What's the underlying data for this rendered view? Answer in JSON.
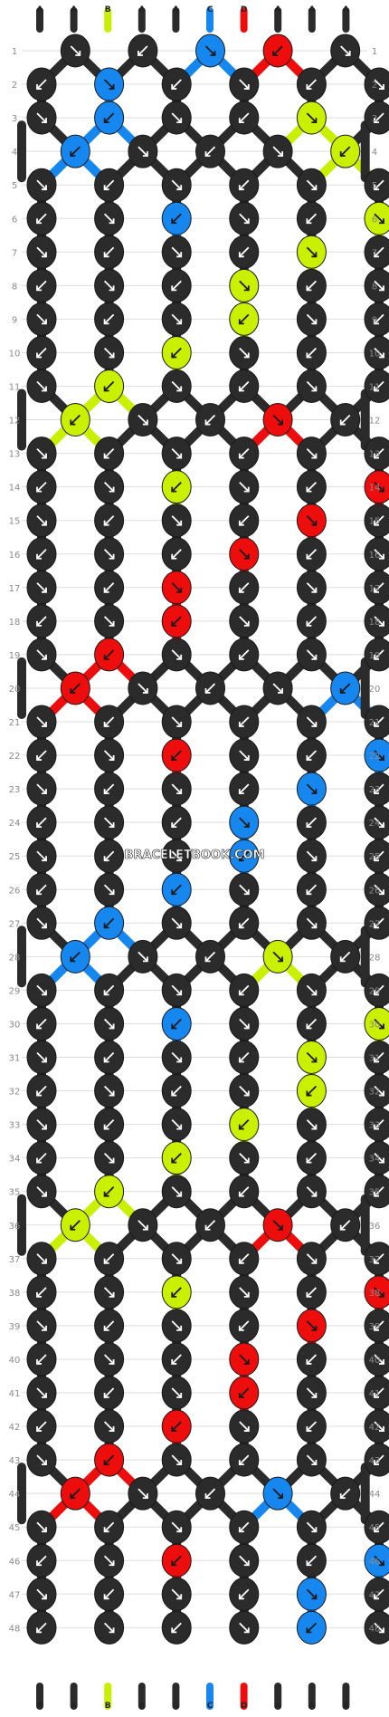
{
  "watermark": "BRACELETBOOK.COM",
  "strings": {
    "top": [
      "A",
      "A",
      "B",
      "A",
      "A",
      "C",
      "D",
      "A",
      "A",
      "A"
    ],
    "bottom": [
      "A",
      "A",
      "B",
      "A",
      "A",
      "C",
      "D",
      "A",
      "A",
      "A"
    ]
  },
  "colors": {
    "A": "#2b2b2b",
    "B": "#c8f000",
    "C": "#1787f0",
    "D": "#ee0d0d"
  },
  "row_labels": [
    "1",
    "2",
    "3",
    "4",
    "5",
    "6",
    "7",
    "8",
    "9",
    "10",
    "11",
    "12",
    "13",
    "14",
    "15",
    "16",
    "17",
    "18",
    "19",
    "20",
    "21",
    "22",
    "23",
    "24",
    "25",
    "26",
    "27",
    "28",
    "29",
    "30",
    "31",
    "32",
    "33",
    "34",
    "35",
    "36",
    "37",
    "38",
    "39",
    "40",
    "41",
    "42",
    "43",
    "44",
    "45",
    "46",
    "47",
    "48"
  ],
  "knots": [
    [
      "A",
      "A",
      "C",
      "D",
      "A"
    ],
    [
      "A",
      "C",
      "A",
      "A",
      "A",
      "A"
    ],
    [
      "A",
      "C",
      "A",
      "A",
      "B",
      "A"
    ],
    [
      "C",
      "A",
      "A",
      "A",
      "B"
    ],
    [
      "A",
      "A",
      "A",
      "A",
      "A",
      "A"
    ],
    [
      "A",
      "A",
      "C",
      "A",
      "A",
      "B"
    ],
    [
      "A",
      "A",
      "A",
      "A",
      "B",
      "A"
    ],
    [
      "A",
      "A",
      "A",
      "B",
      "A",
      "A"
    ],
    [
      "A",
      "A",
      "A",
      "B",
      "A",
      "A"
    ],
    [
      "A",
      "A",
      "B",
      "A",
      "A",
      "A"
    ],
    [
      "A",
      "B",
      "A",
      "A",
      "A",
      "A"
    ],
    [
      "B",
      "A",
      "A",
      "D",
      "A"
    ],
    [
      "A",
      "A",
      "A",
      "A",
      "A",
      "A"
    ],
    [
      "A",
      "A",
      "B",
      "A",
      "A",
      "D"
    ],
    [
      "A",
      "A",
      "A",
      "A",
      "D",
      "A"
    ],
    [
      "A",
      "A",
      "A",
      "D",
      "A",
      "A"
    ],
    [
      "A",
      "A",
      "D",
      "A",
      "A",
      "A"
    ],
    [
      "A",
      "A",
      "D",
      "A",
      "A",
      "A"
    ],
    [
      "A",
      "D",
      "A",
      "A",
      "A",
      "A"
    ],
    [
      "D",
      "A",
      "A",
      "A",
      "C"
    ],
    [
      "A",
      "A",
      "A",
      "A",
      "A",
      "A"
    ],
    [
      "A",
      "A",
      "D",
      "A",
      "A",
      "C"
    ],
    [
      "A",
      "A",
      "A",
      "A",
      "C",
      "A"
    ],
    [
      "A",
      "A",
      "A",
      "C",
      "A",
      "A"
    ],
    [
      "A",
      "A",
      "A",
      "C",
      "A",
      "A"
    ],
    [
      "A",
      "A",
      "C",
      "A",
      "A",
      "A"
    ],
    [
      "A",
      "C",
      "A",
      "A",
      "A",
      "A"
    ],
    [
      "C",
      "A",
      "A",
      "B",
      "A"
    ],
    [
      "A",
      "A",
      "A",
      "A",
      "A",
      "A"
    ],
    [
      "A",
      "A",
      "C",
      "A",
      "A",
      "B"
    ],
    [
      "A",
      "A",
      "A",
      "A",
      "B",
      "A"
    ],
    [
      "A",
      "A",
      "A",
      "A",
      "B",
      "A"
    ],
    [
      "A",
      "A",
      "A",
      "B",
      "A",
      "A"
    ],
    [
      "A",
      "A",
      "B",
      "A",
      "A",
      "A"
    ],
    [
      "A",
      "B",
      "A",
      "A",
      "A",
      "A"
    ],
    [
      "B",
      "A",
      "A",
      "D",
      "A"
    ],
    [
      "A",
      "A",
      "A",
      "A",
      "A",
      "A"
    ],
    [
      "A",
      "A",
      "B",
      "A",
      "A",
      "D"
    ],
    [
      "A",
      "A",
      "A",
      "A",
      "D",
      "A"
    ],
    [
      "A",
      "A",
      "A",
      "D",
      "A",
      "A"
    ],
    [
      "A",
      "A",
      "A",
      "D",
      "A",
      "A"
    ],
    [
      "A",
      "A",
      "D",
      "A",
      "A",
      "A"
    ],
    [
      "A",
      "D",
      "A",
      "A",
      "A",
      "A"
    ],
    [
      "D",
      "A",
      "A",
      "C",
      "A"
    ],
    [
      "A",
      "A",
      "A",
      "A",
      "A",
      "A"
    ],
    [
      "A",
      "A",
      "D",
      "A",
      "A",
      "C"
    ],
    [
      "A",
      "A",
      "A",
      "A",
      "C",
      "A"
    ],
    [
      "A",
      "A",
      "A",
      "A",
      "C",
      "A"
    ]
  ]
}
